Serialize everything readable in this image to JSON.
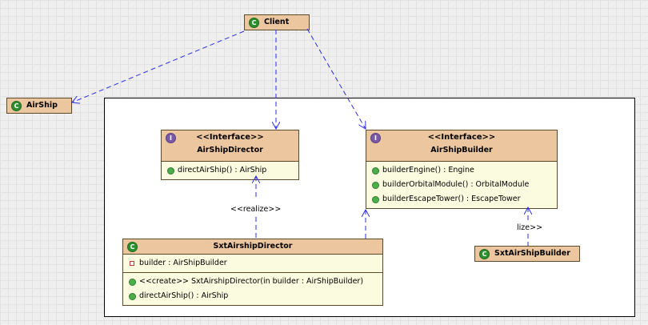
{
  "client": {
    "name": "Client"
  },
  "airship": {
    "name": "AirShip"
  },
  "director_interface": {
    "stereotype": "<<Interface>>",
    "name": "AirShipDirector",
    "methods": [
      "directAirShip() : AirShip"
    ]
  },
  "builder_interface": {
    "stereotype": "<<Interface>>",
    "name": "AirShipBuilder",
    "methods": [
      "builderEngine() : Engine",
      "builderOrbitalModule() : OrbitalModule",
      "builderEscapeTower() : EscapeTower"
    ]
  },
  "sxt_director": {
    "name": "SxtAirshipDirector",
    "attributes": [
      "builder : AirShipBuilder"
    ],
    "methods": [
      "<<create>> SxtAirshipDirector(in builder : AirShipBuilder)",
      "directAirShip() : AirShip"
    ]
  },
  "sxt_builder": {
    "name": "SxtAirShipBuilder"
  },
  "labels": {
    "realize_director": "<<realize>>",
    "realize_builder": "lize>>"
  },
  "colors": {
    "header": "#ecc69f",
    "body": "#fbfbdf",
    "dependency_line": "#2d2de0",
    "class_badge": "#2d8f2d",
    "interface_badge": "#7a5aa8"
  }
}
